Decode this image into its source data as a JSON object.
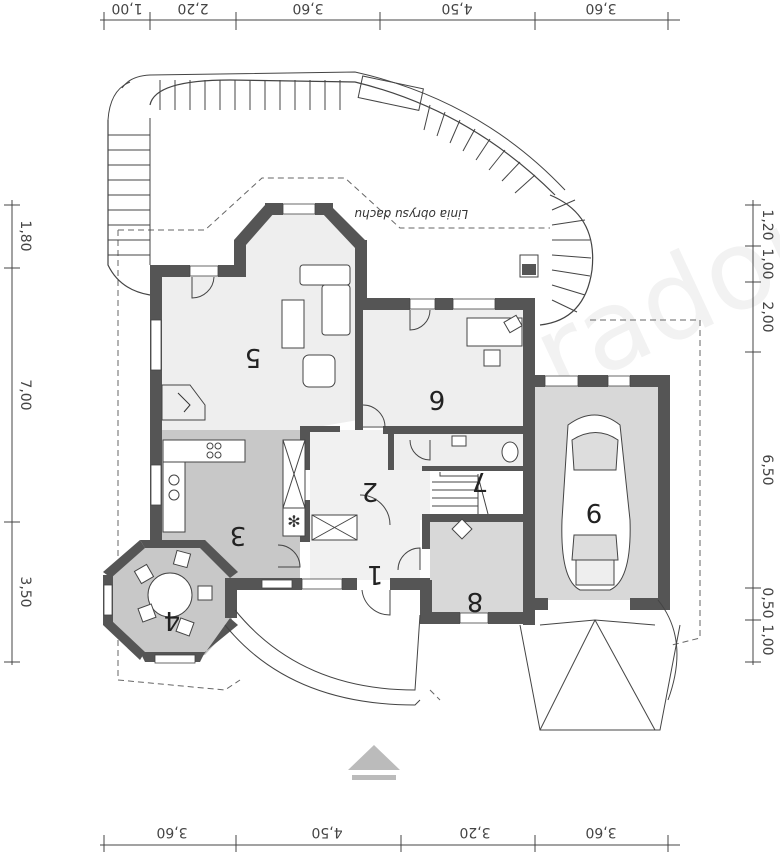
{
  "dimensions": {
    "top": [
      "1,00",
      "2,20",
      "3,60",
      "4,50",
      "3,60"
    ],
    "bottom": [
      "3,60",
      "4,50",
      "3,20",
      "3,60"
    ],
    "left": [
      "1,80",
      "7,00",
      "3,50"
    ],
    "right": [
      "1,20",
      "1,00",
      "2,00",
      "6,50",
      "0,50",
      "1,00"
    ]
  },
  "roof_outline_label": "Linia obrysu dachu",
  "rooms": [
    {
      "number": "1"
    },
    {
      "number": "2"
    },
    {
      "number": "3"
    },
    {
      "number": "4"
    },
    {
      "number": "5"
    },
    {
      "number": "6"
    },
    {
      "number": "7"
    },
    {
      "number": "8"
    },
    {
      "number": "9"
    }
  ],
  "watermark": "extradom",
  "colors": {
    "wall": "#555555",
    "floor_light": "#eeeeee",
    "floor_kitchen": "#c8c8c8",
    "garage": "#d8d8d8",
    "arrow": "#bbbbbb"
  }
}
